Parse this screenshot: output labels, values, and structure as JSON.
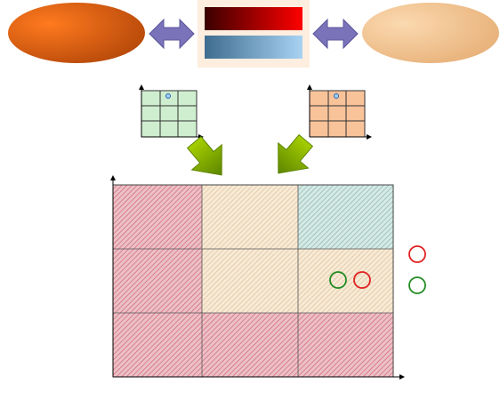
{
  "top_row": {
    "left_ellipse": {
      "color": "#e8580f"
    },
    "right_ellipse": {
      "color": "#f3c591"
    },
    "center_box": {
      "upper_bar": {
        "color_start": "#3a0000",
        "color_end": "#ff0000"
      },
      "lower_bar": {
        "color_start": "#3f6d8f",
        "color_end": "#a8d2f2"
      }
    },
    "arrow_color": "#7a73b9"
  },
  "mini_grids": [
    {
      "color": "#cfeecf",
      "rows": 3,
      "cols": 3
    },
    {
      "color": "#f9c39a",
      "rows": 3,
      "cols": 3
    }
  ],
  "down_arrows_color": "#8ab000",
  "main_matrix": {
    "rows": 3,
    "cols": 3,
    "cell_colors": [
      [
        "#e6a6b0",
        "#f2dfc3",
        "#b9d8d3"
      ],
      [
        "#e6a6b0",
        "#f2dfc3",
        "#f2dfc3"
      ],
      [
        "#e6a6b0",
        "#e6a6b0",
        "#e6a6b0"
      ]
    ]
  },
  "markers": [
    {
      "cell": [
        1,
        2
      ],
      "color": "#228b22"
    },
    {
      "cell": [
        1,
        2
      ],
      "color": "#e02020"
    }
  ],
  "legend_markers": [
    {
      "color": "#e02020"
    },
    {
      "color": "#228b22"
    }
  ]
}
